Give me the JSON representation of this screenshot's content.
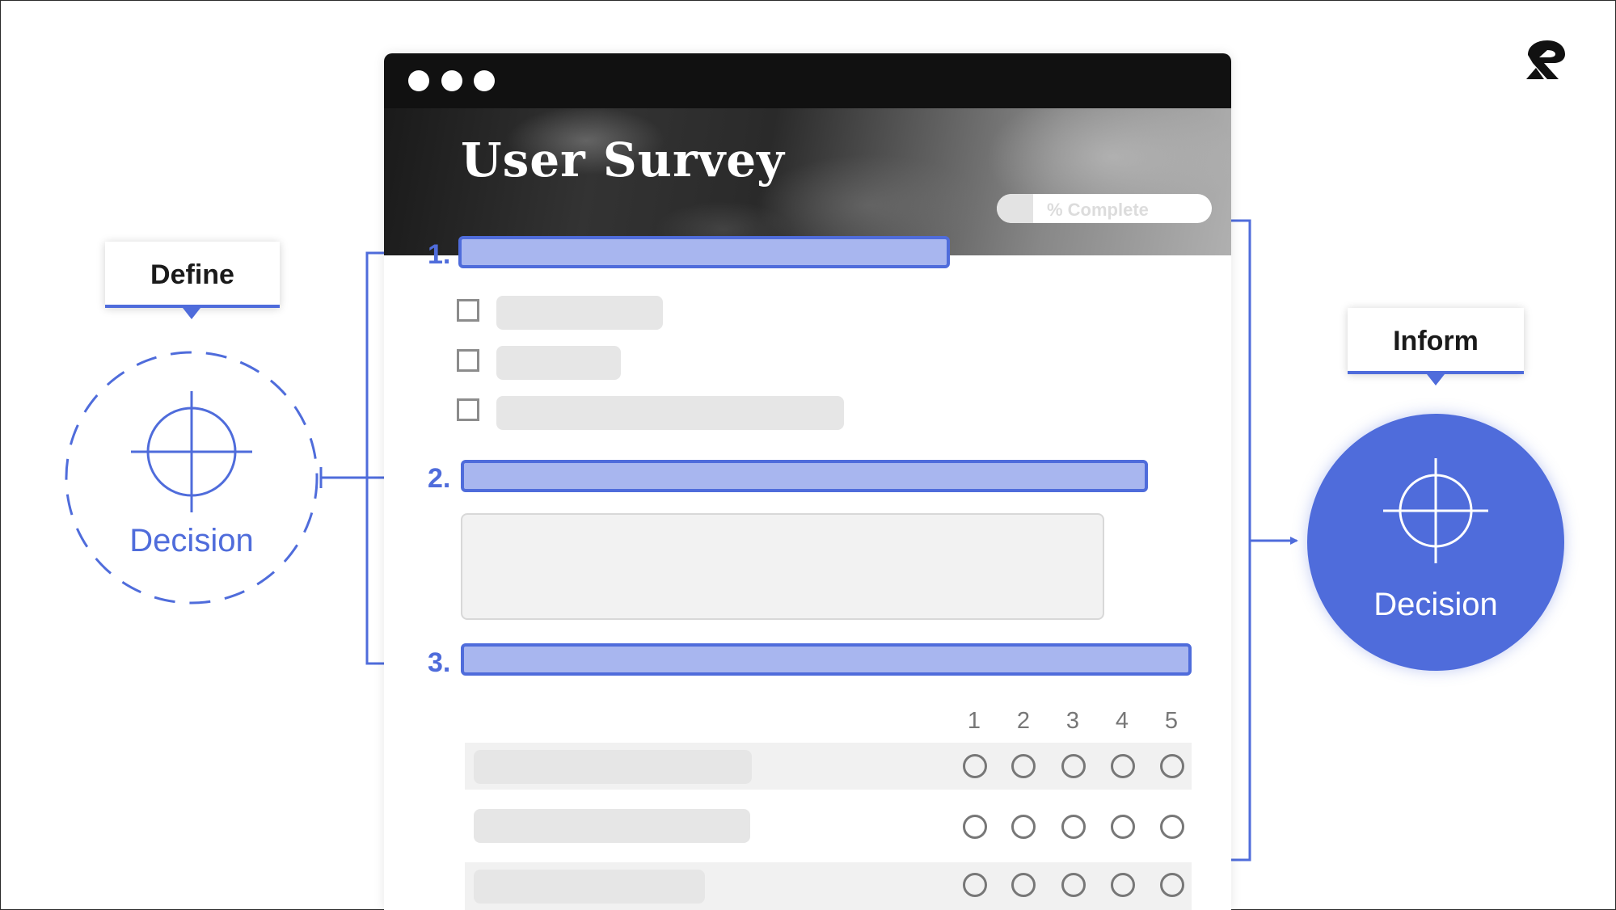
{
  "left_label": {
    "text": "Define",
    "decision": "Decision"
  },
  "right_label": {
    "text": "Inform",
    "decision": "Decision"
  },
  "survey": {
    "window_dots": 3,
    "title": "User Survey",
    "progress": {
      "label": "% Complete",
      "fraction": 0.17
    },
    "questions": [
      "1.",
      "2.",
      "3."
    ],
    "scale": [
      "1",
      "2",
      "3",
      "4",
      "5"
    ]
  },
  "colors": {
    "accent": "#4f6cdb",
    "accent_light": "#a8b6ef",
    "placeholder": "#e6e6e6"
  },
  "icons": [
    "crosshair-icon",
    "brand-logo-icon",
    "checkbox-icon",
    "radio-icon"
  ]
}
